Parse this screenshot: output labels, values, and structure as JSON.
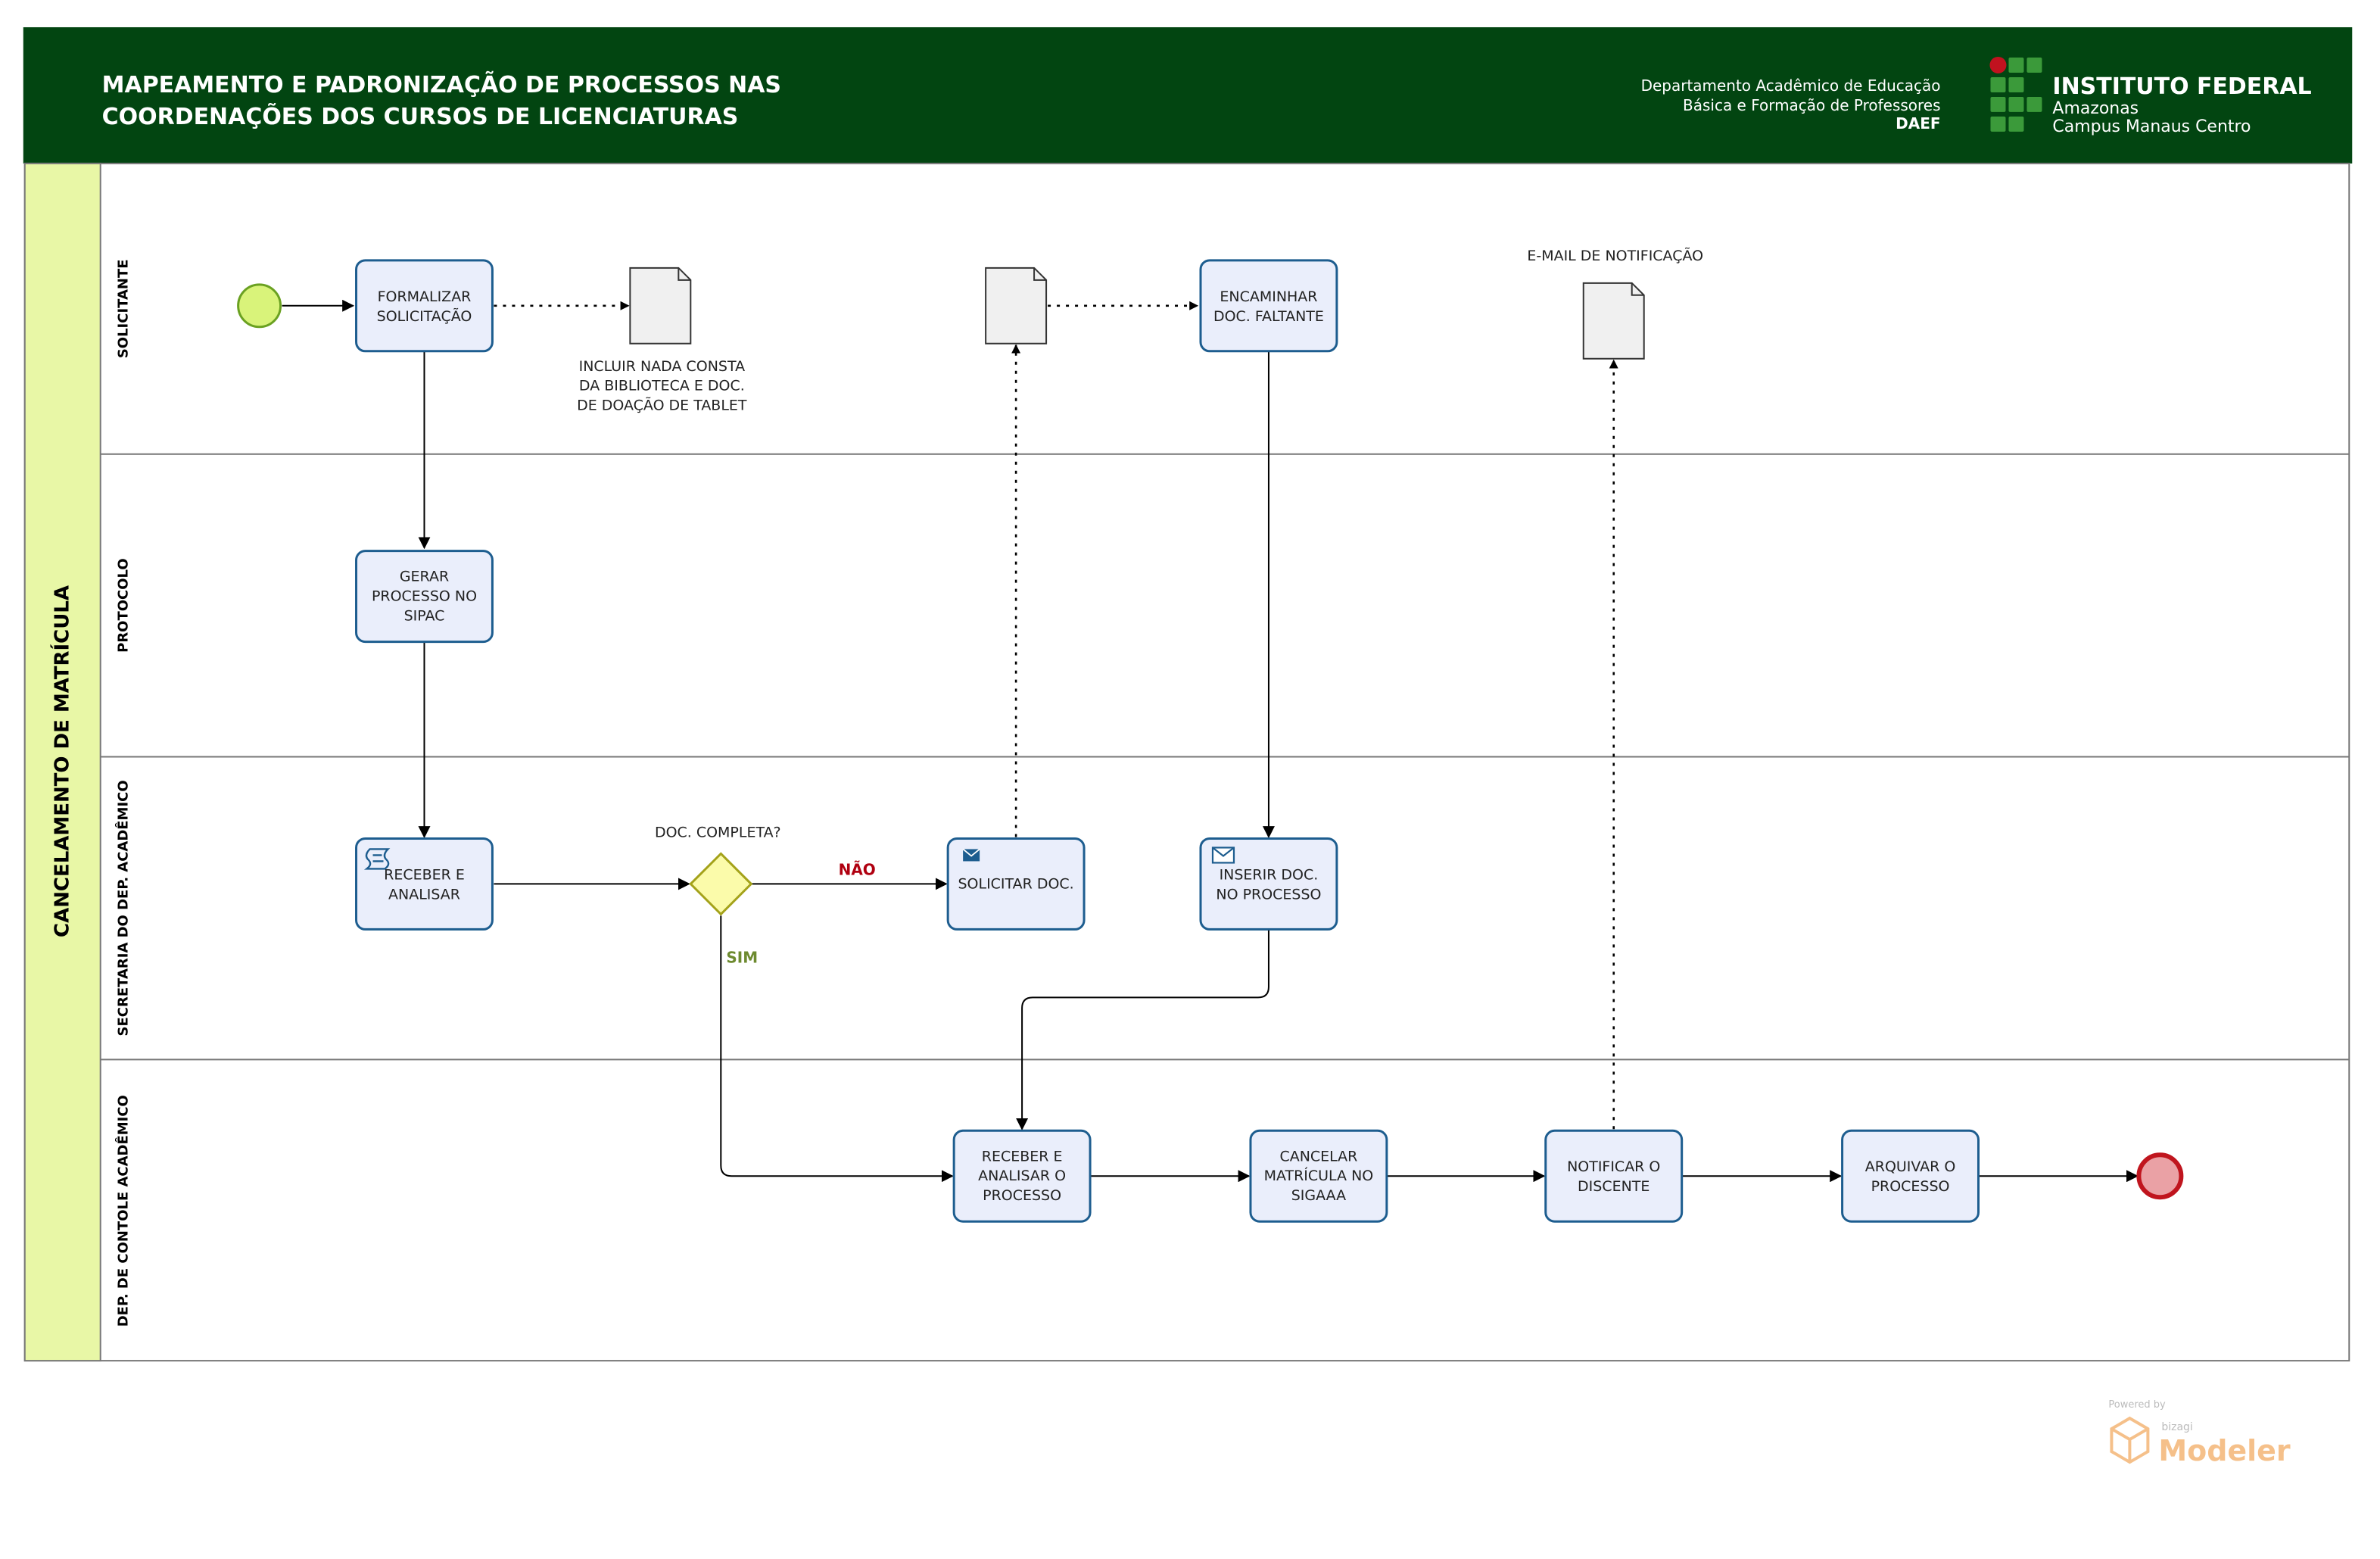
{
  "header": {
    "title_line1": "MAPEAMENTO E PADRONIZAÇÃO DE PROCESSOS NAS",
    "title_line2": "COORDENAÇÕES DOS CURSOS DE LICENCIATURAS",
    "dept_line1": "Departamento Acadêmico de Educação",
    "dept_line2": "Básica e Formação de Professores",
    "dept_line3": "DAEF",
    "logo_name": "INSTITUTO FEDERAL",
    "logo_line2": "Amazonas",
    "logo_line3": "Campus Manaus Centro"
  },
  "pool": {
    "label": "CANCELAMENTO DE MATRÍCULA"
  },
  "lanes": [
    "SOLICITANTE",
    "PROTOCOLO",
    "SECRETARIA DO DEP. ACADÊMICO",
    "DEP. DE CONTOLE ACADÊMICO"
  ],
  "tasks": {
    "formalizar": [
      "FORMALIZAR",
      "SOLICITAÇÃO"
    ],
    "gerar": [
      "GERAR",
      "PROCESSO NO",
      "SIPAC"
    ],
    "receber_analisar": [
      "RECEBER E",
      "ANALISAR"
    ],
    "solicitar": [
      "SOLICITAR DOC."
    ],
    "encaminhar": [
      "ENCAMINHAR",
      "DOC. FALTANTE"
    ],
    "inserir": [
      "INSERIR DOC.",
      "NO PROCESSO"
    ],
    "receber_processo": [
      "RECEBER E",
      "ANALISAR O",
      "PROCESSO"
    ],
    "cancelar": [
      "CANCELAR",
      "MATRÍCULA NO",
      "SIGAAA"
    ],
    "notificar": [
      "NOTIFICAR O",
      "DISCENTE"
    ],
    "arquivar": [
      "ARQUIVAR O",
      "PROCESSO"
    ]
  },
  "documents": {
    "doc1_label": [
      "INCLUIR NADA CONSTA",
      "DA BIBLIOTECA E DOC.",
      "DE DOAÇÃO DE TABLET"
    ],
    "doc3_label": "E-MAIL DE NOTIFICAÇÃO"
  },
  "gateway": {
    "label": "DOC. COMPLETA?",
    "no_label": "NÃO",
    "yes_label": "SIM"
  },
  "branding": {
    "powered_by": "Powered by",
    "bizagi": "bizagi",
    "modeler": "Modeler"
  },
  "colors": {
    "header_bg": "#024511",
    "pool_bg": "#e8f7a6",
    "task_fill": "#eaeefb",
    "task_stroke": "#1d5d8f",
    "start_fill": "#d9f37a",
    "start_stroke": "#6aa121",
    "end_fill": "#eaa1a5",
    "end_stroke": "#c0151e",
    "gateway_fill": "#fbfbaa",
    "gateway_stroke": "#a4a21a",
    "no_color": "#b00010",
    "yes_color": "#6d8a2f",
    "logo_red": "#c1121f",
    "logo_green": "#3b9a3a",
    "branding_orange": "#f5c08a"
  },
  "icons": {
    "start_event": "start-event-icon",
    "end_event": "end-event-icon",
    "script_task": "script-task-icon",
    "send_task": "send-envelope-icon",
    "receive_task": "receive-envelope-icon",
    "document": "document-icon",
    "gateway": "exclusive-gateway-icon",
    "bizagi": "bizagi-cube-icon"
  }
}
